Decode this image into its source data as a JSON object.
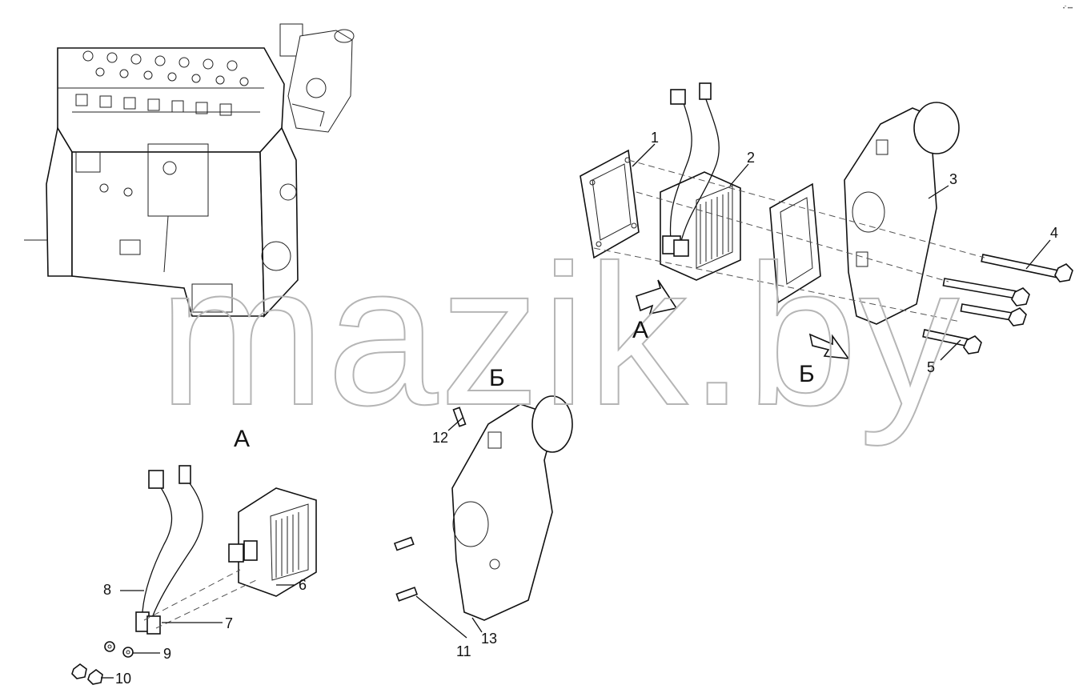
{
  "watermark": {
    "text": "mazik.by"
  },
  "corner_mark": "•˜ •••",
  "views": {
    "a_main": "A",
    "b_main": "Б",
    "a_detail": "A",
    "b_detail": "Б"
  },
  "callouts": {
    "c1": "1",
    "c2": "2",
    "c3": "3",
    "c4": "4",
    "c5": "5",
    "c6": "6",
    "c7": "7",
    "c8": "8",
    "c9": "9",
    "c10": "10",
    "c11": "11",
    "c12": "12",
    "c13": "13"
  }
}
